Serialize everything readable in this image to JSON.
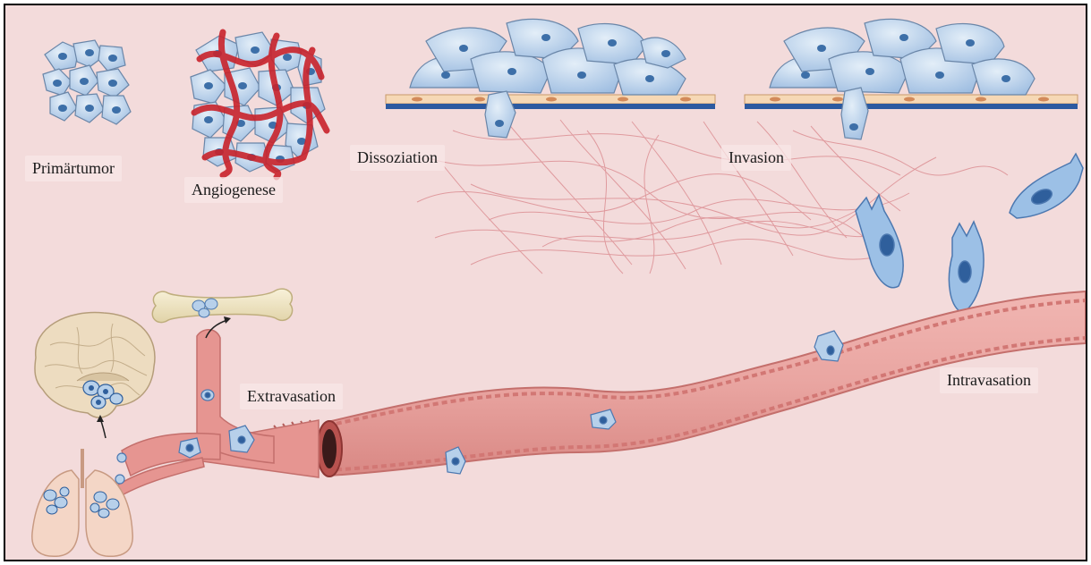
{
  "labels": {
    "primaertumor": "Primärtumor",
    "angiogenese": "Angiogenese",
    "dissoziation": "Dissoziation",
    "invasion": "Invasion",
    "extravasation": "Extravasation",
    "intravasation": "Intravasation"
  },
  "colors": {
    "background": "#f3dbdb",
    "tumor_cell": "#a9c6e4",
    "nucleus": "#3d6fa8",
    "blood_vessel": "#e59c98",
    "capillary": "#c9232b",
    "basement_membrane": "#2c5aa0",
    "fiber": "#d97f84",
    "organ": "#eddcc0"
  }
}
